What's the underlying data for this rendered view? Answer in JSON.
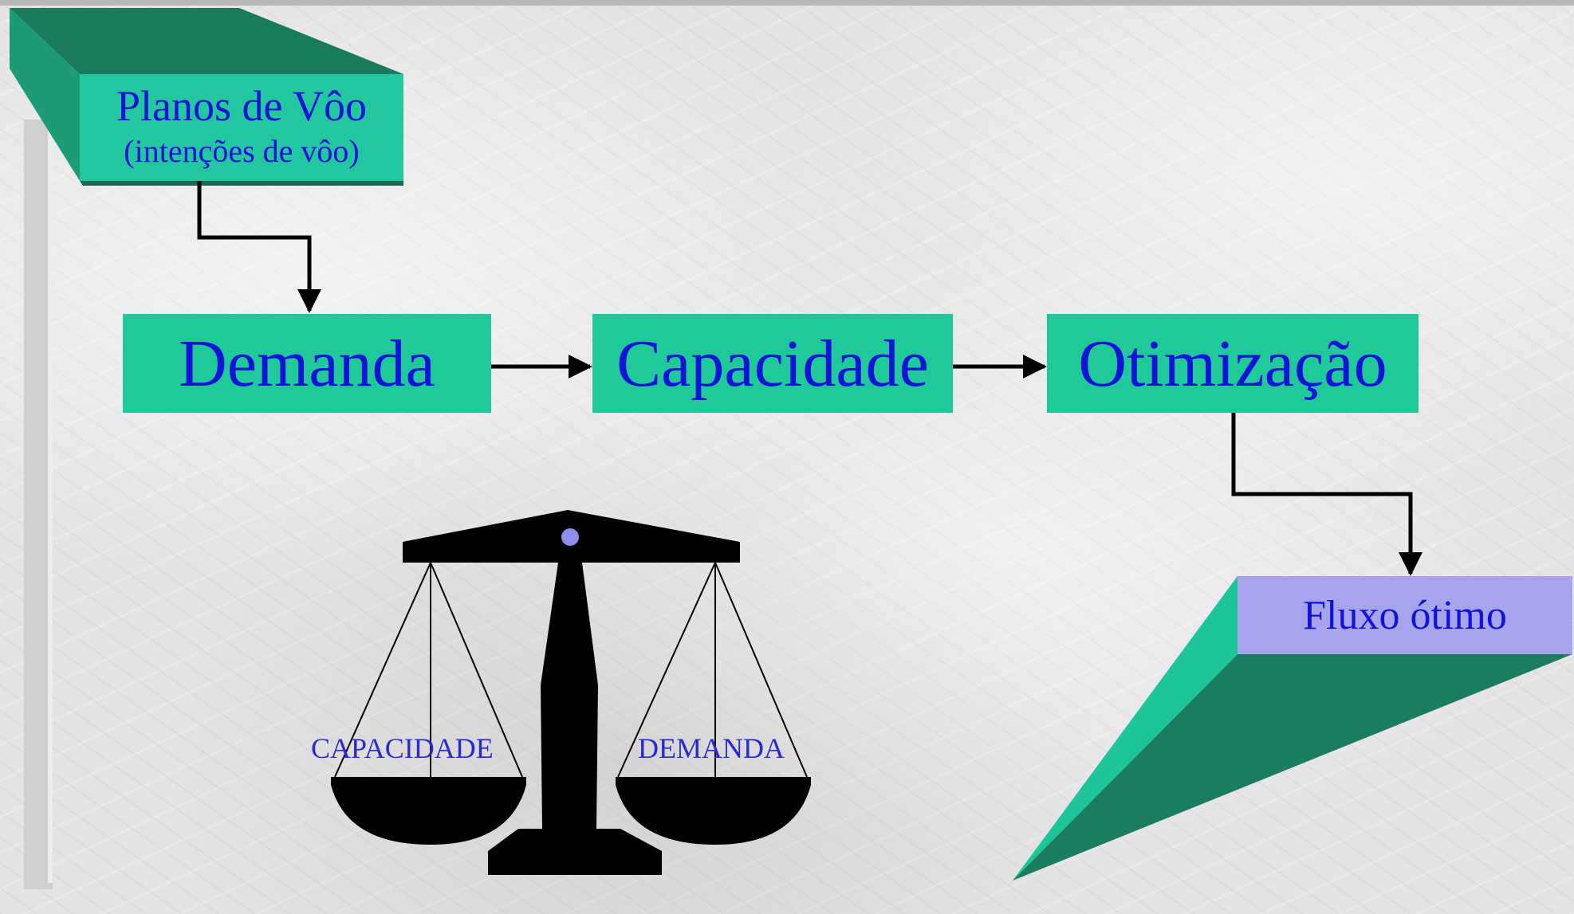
{
  "planos": {
    "title": "Planos de Vôo",
    "subtitle": "(intenções de vôo)"
  },
  "flow": {
    "demanda": "Demanda",
    "capacidade": "Capacidade",
    "otimizacao": "Otimização"
  },
  "result": {
    "label": "Fluxo ótimo"
  },
  "scale": {
    "left_pan_label": "CAPACIDADE",
    "right_pan_label": "DEMANDA"
  },
  "colors": {
    "teal_box": "#1fc99a",
    "teal_dark": "#1a7a5c",
    "lavender_box": "#a7a4ee",
    "text_blue": "#1212d8",
    "connector": "#000000"
  }
}
